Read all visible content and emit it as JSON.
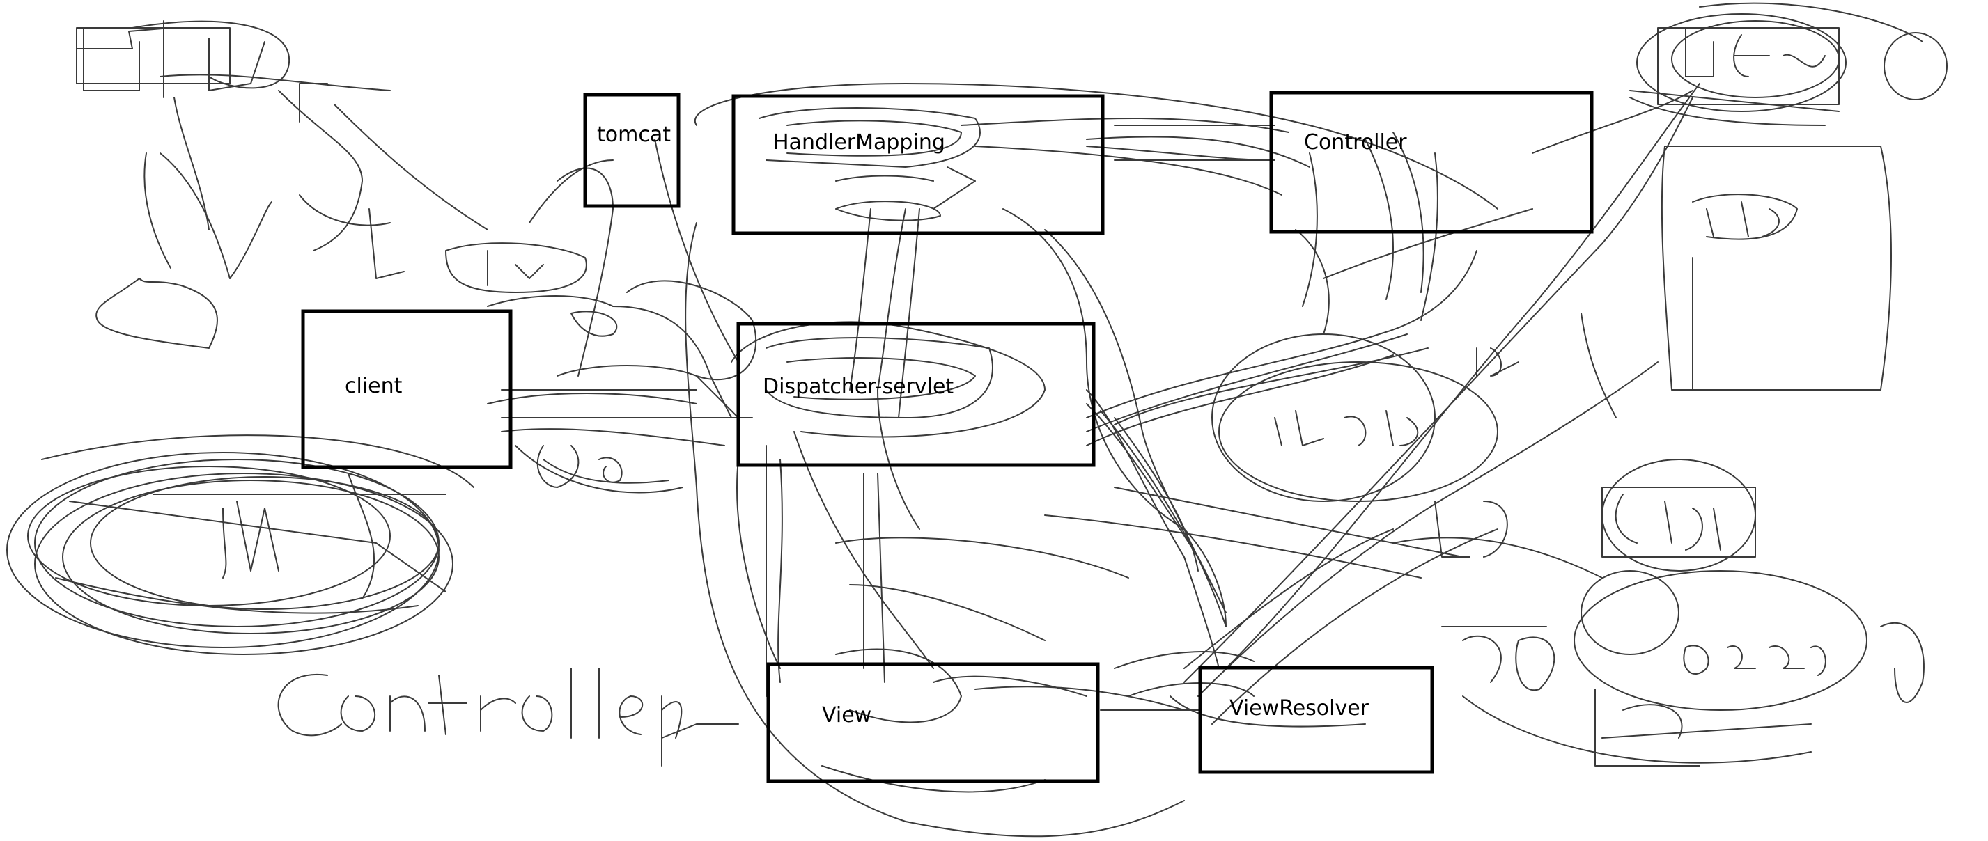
{
  "diagram": {
    "boxes": [
      {
        "id": "tomcat",
        "label": "tomcat"
      },
      {
        "id": "handler-mapping",
        "label": "HandlerMapping"
      },
      {
        "id": "controller",
        "label": "Controller"
      },
      {
        "id": "client",
        "label": "client"
      },
      {
        "id": "dispatcher-servlet",
        "label": "Dispatcher-servlet"
      },
      {
        "id": "view",
        "label": "View"
      },
      {
        "id": "view-resolver",
        "label": "ViewResolver"
      }
    ],
    "colors": {
      "box_stroke": "#000000",
      "scribble_stroke": "#3a3a3a",
      "background": "#ffffff"
    }
  }
}
